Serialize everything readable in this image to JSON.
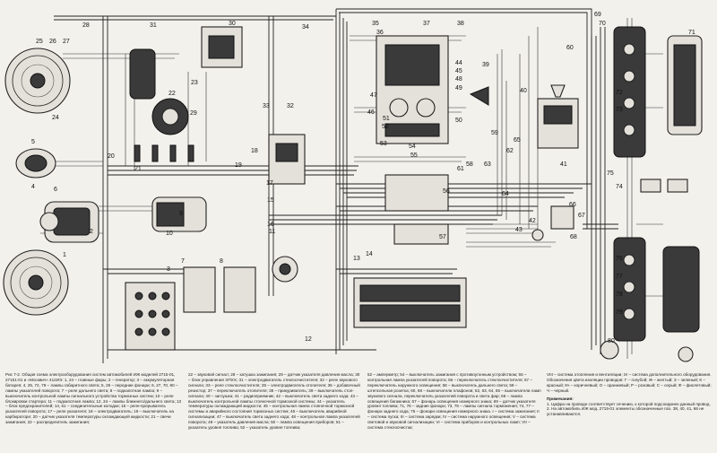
{
  "diagram": {
    "labels": {
      "l1": "1",
      "l2": "2",
      "l3": "3",
      "l4": "4",
      "l5": "5",
      "l6": "6",
      "l7": "7",
      "l8": "8",
      "l9": "9",
      "l10": "10",
      "l11": "11",
      "l12": "12",
      "l13": "13",
      "l14": "14",
      "l15": "15",
      "l16": "16",
      "l17": "17",
      "l18": "18",
      "l19": "19",
      "l20": "20",
      "l21": "21",
      "l22": "22",
      "l23": "23",
      "l24": "24",
      "l25": "25",
      "l26": "26",
      "l27": "27",
      "l28": "28",
      "l29": "29",
      "l30": "30",
      "l31": "31",
      "l32": "32",
      "l33": "33",
      "l34": "34",
      "l35": "35",
      "l36": "36",
      "l37": "37",
      "l38": "38",
      "l39": "39",
      "l40": "40",
      "l41": "41",
      "l42": "42",
      "l43": "43",
      "l44": "44",
      "l45": "45",
      "l46": "46",
      "l47": "47",
      "l48": "48",
      "l49": "49",
      "l50": "50",
      "l51": "51",
      "l52": "52",
      "l53": "53",
      "l54": "54",
      "l55": "55",
      "l56": "56",
      "l57": "57",
      "l58": "58",
      "l59": "59",
      "l60": "60",
      "l61": "61",
      "l62": "62",
      "l63": "63",
      "l64": "64",
      "l65": "65",
      "l66": "66",
      "l67": "67",
      "l68": "68",
      "l69": "69",
      "l70": "70",
      "l71": "71",
      "l72": "72",
      "l73": "73",
      "l74": "74",
      "l75": "75",
      "l76": "76",
      "l77": "77",
      "l78": "78",
      "l79": "79",
      "l80": "80"
    }
  },
  "caption": {
    "col1": "Рис 7-2. Общая схема электрооборудования систем автомобилей ИЖ моделей 2715-01, 27151-01 и «Москвич» 412ИЭ: 1, 24 – главные фары; 2 – генератор; 3 – аккумуляторная батарея; 4, 25, 72, 79 – лампы габаритного света; 5, 26 – передние фонари; 6, 27, 70, 80 – лампы указателей поворота; 7 – реле дальнего света; 8 – подкапотная лампа; 9 – выключатель контрольной лампы сигнального устройства тормозных систем; 10 – реле блокировки стартера; 11 – подкапотная лампа; 12, 34 – лампы ближнего/дальнего света; 13 – блок предохранителей; 14, 61 – соединительные колодки; 16 – реле-прерыватель указателей поворота; 17 – реле указателя; 18 – электродвигатель; 19 – выключатель на карбюраторе; 20 – датчик указателя температуры охлаждающей жидкости; 21 – свечи зажигания; 22 – распределитель зажигания;",
    "col2": "22 – звуковой сигнал; 28 – катушка зажигания; 29 – датчик указателя давления масла; 30 – блок управления ЭПХХ; 31 – электродвигатель стеклоочистителя; 32 – реле звукового сигнала; 33 – реле стеклоочистителя; 35 – электродвигатель отопителя; 36 – добавочный резистор; 37 – переключатель отопителя; 38 – прикуриватель; 39 – выключатель стоп-сигнала; 40 – заглушка; 41 – радиоприемник; 42 – выключатель света заднего хода; 43 – выключатель контрольной лампы стояночной тормозной системы; 44 – указатель температуры охлаждающей жидкости; 45 – контрольная лампа стояночной тормозной системы и аварийного состояния тормозных систем; 46 – выключатель аварийной сигнализации; 47 – выключатель света заднего хода; 48 – контрольная лампа указателей поворота; 49 – указатель давления масла; 50 – лампа освещения приборов; 51 – указатель уровня топлива; 52 – указатель уровня топлива;",
    "col3": "52 – амперметр; 54 – выключатель зажигания с противоугонным устройством; 55 – контрольная лампа указателей поворота; 56 – переключатель стеклоочистителя; 57 – переключатель наружного освещения; 58 – выключатель дальнего света; 59 – штепсельная розетка; 60, 68 – выключатели плафонов; 62, 63, 64, 65 – выключатели ламп звукового сигнала, переключатель указателей поворота и света фар; 66 – лампа освещения багажника; 67 – фонарь освещения номерного знака; 69 – датчик указателя уровня топлива; 71, 78 – задние фонари; 73, 76 – лампы сигнала торможения; 74, 77 – фонари заднего хода; 75 – фонари освещения номерного знака. I – система зажигания; II – система пуска; III – система зарядки; IV – система наружного освещения; V – система световой и звуковой сигнализации; VI – система приборов и контрольных ламп; VII – система стеклоочистки;",
    "col4": "VIII – система отопления и вентиляции; IX – система дополнительного оборудования. Обозначения цвета изоляции проводов: Г – голубой; Ж – желтый; З – зеленый; К – красный; Кч – коричневый; О – оранжевый; Р – розовый; С – серый; Ф – фиолетовый; Ч – черный.",
    "notes_title": "Примечания:",
    "note1": "1. Цифра на проводе соответствует сечению, к которой подсоединен данный провод.",
    "note2": "2. На автомобиль ИЖ мод. 2715-01 элементы обозначенные поз. 38, 40, 41, 66 не устанавливаются."
  }
}
